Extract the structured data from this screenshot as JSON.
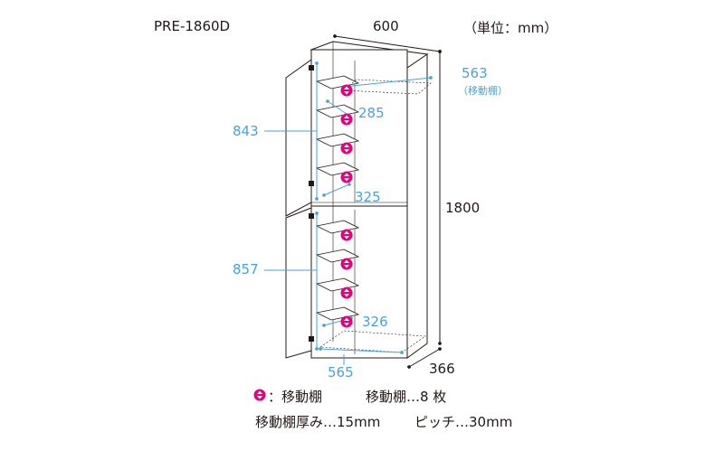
{
  "model": "PRE-1860D",
  "unit": "（単位：mm）",
  "dimensions": {
    "width": "600",
    "height": "1800",
    "depth": "366",
    "inner_width_top": "563",
    "movable_shelf_note": "（移動棚）",
    "upper_height": "843",
    "lower_height": "857",
    "shelf_depth_top": "285",
    "shelf_depth_mid": "325",
    "shelf_depth_bottom": "326",
    "inner_width_bottom": "565"
  },
  "legend": {
    "icon_label": "：移動棚",
    "shelf_count": "移動棚…8 枚",
    "shelf_thickness": "移動棚厚み…15mm",
    "pitch": "ピッチ…30mm"
  },
  "colors": {
    "line": "#231815",
    "dimension": "#4aa3d6",
    "marker": "#e4007f",
    "panel": "#ffffff"
  }
}
